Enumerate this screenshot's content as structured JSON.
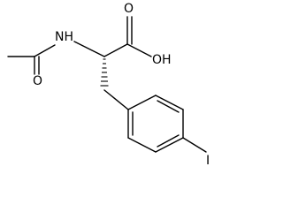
{
  "molecule": {
    "atoms": {
      "nh": "NH",
      "carbonyl_o_acid": "O",
      "hydroxyl": "OH",
      "carbonyl_o_amide": "O",
      "iodine": "I"
    }
  },
  "colors": {
    "bond": "#000000",
    "label": "#000000",
    "background": "#ffffff"
  }
}
